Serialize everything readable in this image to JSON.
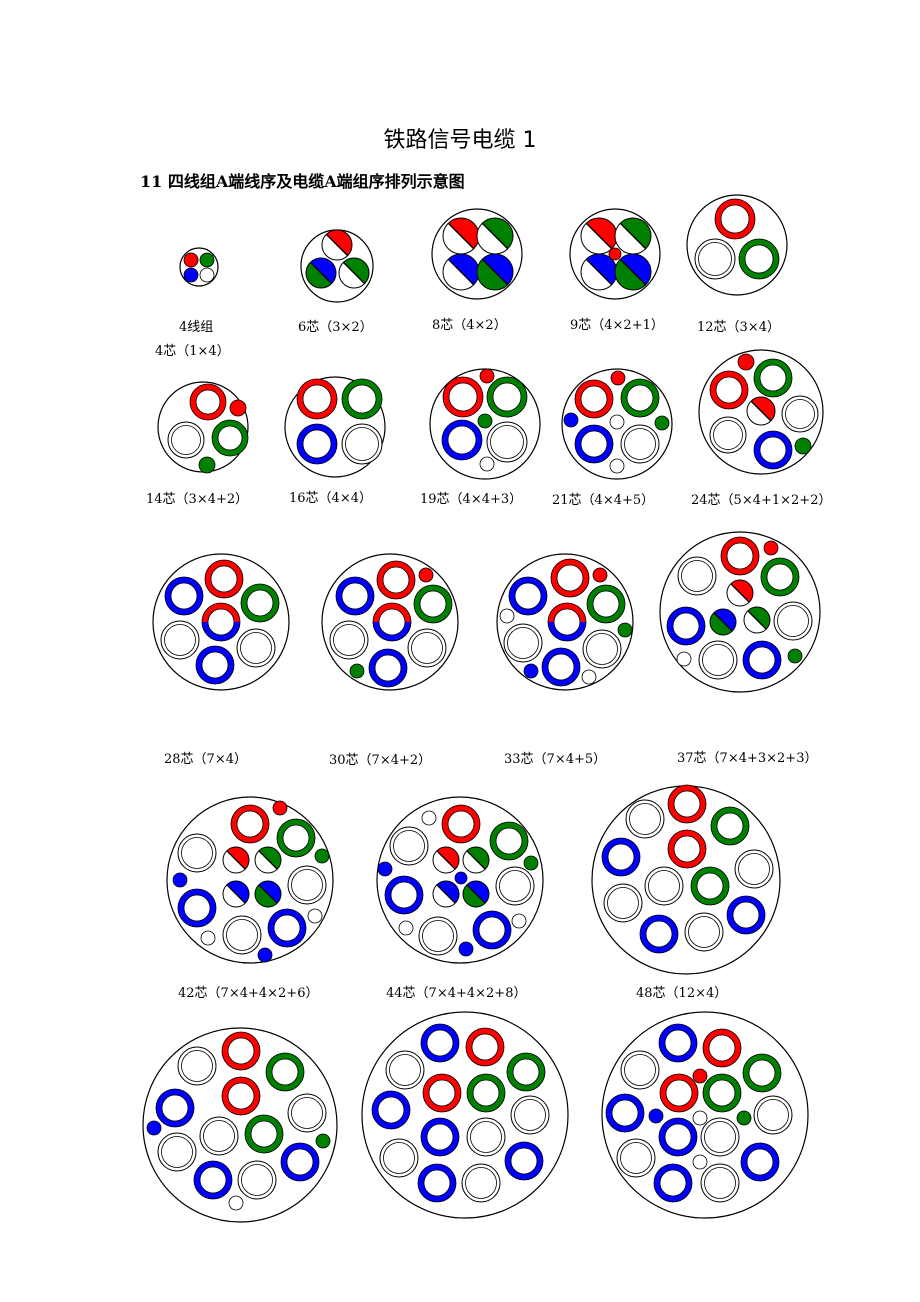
{
  "title": "铁路信号电缆 1",
  "section_heading": "11  四线组A端线序及电缆A端组序排列示意图",
  "colors": {
    "red": "#ff0000",
    "green": "#008000",
    "blue": "#0000ff",
    "white": "#ffffff",
    "outline": "#000000"
  },
  "diagrams": [
    {
      "label": "4线组",
      "sublabel": "4芯（1×4）"
    },
    {
      "label": "6芯（3×2）"
    },
    {
      "label": "8芯（4×2）"
    },
    {
      "label": "9芯（4×2+1）"
    },
    {
      "label": "12芯（3×4）"
    },
    {
      "label": "14芯（3×4+2）"
    },
    {
      "label": "16芯（4×4）"
    },
    {
      "label": "19芯（4×4+3）"
    },
    {
      "label": "21芯（4×4+5）"
    },
    {
      "label": "24芯（5×4+1×2+2）"
    },
    {
      "label": "28芯（7×4）"
    },
    {
      "label": "30芯（7×4+2）"
    },
    {
      "label": "33芯（7×4+5）"
    },
    {
      "label": "37芯（7×4+3×2+3）"
    },
    {
      "label": "42芯（7×4+4×2+6）"
    },
    {
      "label": "44芯（7×4+4×2+8）"
    },
    {
      "label": "48芯（12×4）"
    }
  ]
}
